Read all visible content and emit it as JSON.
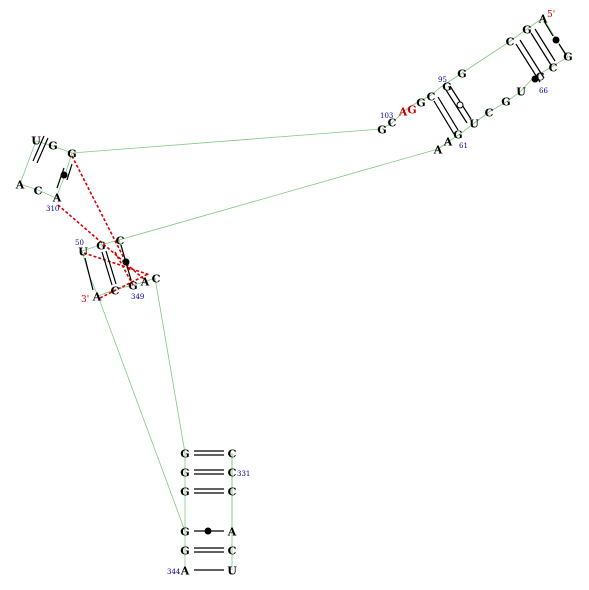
{
  "colors": {
    "background": "#ffffff",
    "nucleotide": "#000000",
    "highlight_nucleotide": "#cc0000",
    "backbone": "#7fc97f",
    "base_pair": "#000000",
    "tertiary_interaction": "#dd0000",
    "position_number": "#0000aa",
    "end_label": "#cc0000"
  },
  "labels": {
    "five_prime": "5'",
    "three_prime": "3'"
  },
  "numbers": {
    "n103": "103",
    "n95": "95",
    "n66": "66",
    "n61": "61",
    "n310": "310",
    "n50": "50",
    "n349": "349",
    "n331": "331",
    "n344": "344"
  },
  "nucleotides": {
    "h1_a5": "A",
    "h1_g1": "G",
    "h1_g2": "G",
    "h1_c1": "C",
    "h1_c2": "C",
    "h1_g3": "G",
    "h1_c3": "C",
    "h1_u1": "U",
    "h1_g4": "G",
    "h1_c4": "C",
    "h1_g5": "G",
    "h1_g6": "G",
    "h1_c5": "C",
    "h1_u2": "U",
    "h1_g7": "G",
    "h1_a1": "A",
    "h1_a2": "A",
    "h1_g8": "G",
    "h1_c6": "C",
    "h1_g9": "G",
    "h1_g10": "G",
    "h1_a3": "A",
    "h2_u": "U",
    "h2_g1": "G",
    "h2_g2": "G",
    "h2_a1": "A",
    "h2_c": "C",
    "h2_a2": "A",
    "h3_u": "U",
    "h3_g": "G",
    "h3_c1": "C",
    "h3_a1": "A",
    "h3_c2": "C",
    "h3_g2": "G",
    "h3_a2": "A",
    "h3_c3": "C",
    "h4_g1": "G",
    "h4_c1": "C",
    "h4_g2": "G",
    "h4_c2": "C",
    "h4_g3": "G",
    "h4_c3": "C",
    "h4_g4": "G",
    "h4_a1": "A",
    "h4_g5": "G",
    "h4_c4": "C",
    "h4_a2": "A",
    "h4_u1": "U"
  }
}
